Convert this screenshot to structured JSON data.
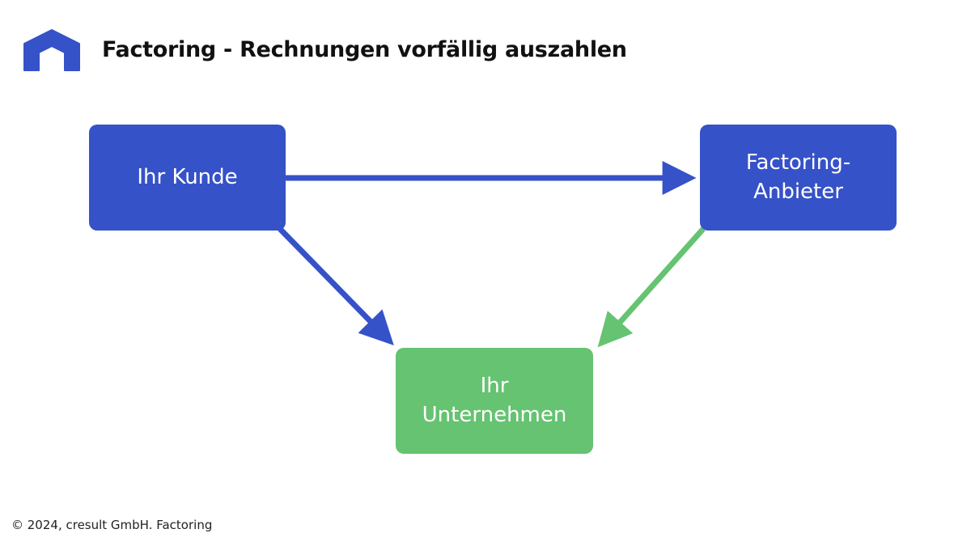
{
  "header": {
    "title": "Factoring - Rechnungen vorfällig auszahlen",
    "logo_icon": "house-chevron-logo-icon"
  },
  "diagram": {
    "nodes": {
      "kunde": {
        "lines": [
          "Ihr Kunde"
        ]
      },
      "anbieter": {
        "lines": [
          "Factoring-",
          "Anbieter"
        ]
      },
      "unternehmen": {
        "lines": [
          "Ihr",
          "Unternehmen"
        ]
      }
    },
    "edges": [
      {
        "from": "kunde",
        "to": "anbieter",
        "color": "#3652c8"
      },
      {
        "from": "kunde",
        "to": "unternehmen",
        "color": "#3652c8"
      },
      {
        "from": "anbieter",
        "to": "unternehmen",
        "color": "#65c371"
      }
    ]
  },
  "footer": {
    "text": "© 2024, cresult GmbH. Factoring"
  },
  "colors": {
    "brand_blue": "#3652c8",
    "accent_green": "#65c371",
    "title_text": "#111111"
  }
}
